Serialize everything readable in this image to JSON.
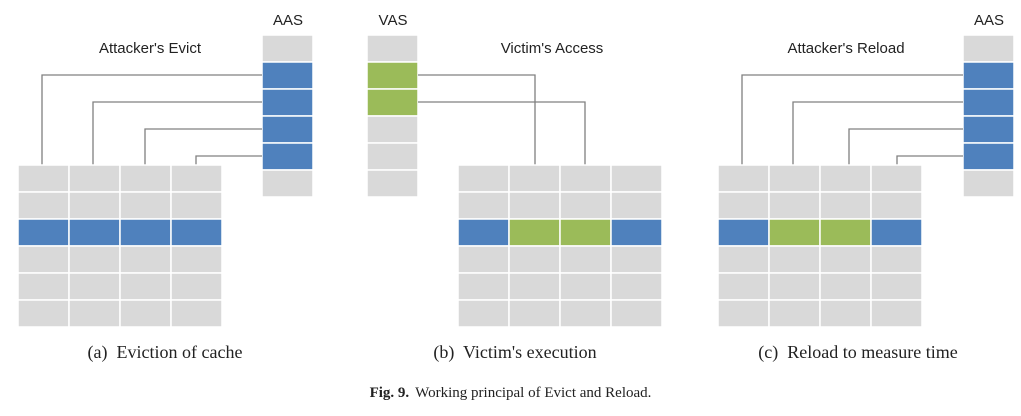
{
  "colors": {
    "blue": "#4f81bd",
    "green": "#9bbb59",
    "gray": "#d9d9d9",
    "arrow": "#808080",
    "gridline": "#ffffff"
  },
  "panels": [
    {
      "id": "a",
      "title": "Attacker's Evict",
      "address_space_label": "AAS",
      "subcaption": "(a)  Eviction of cache",
      "address_space_cells": [
        "gray",
        "blue",
        "blue",
        "blue",
        "blue",
        "gray"
      ],
      "cache_highlight_row": [
        "blue",
        "blue",
        "blue",
        "blue"
      ]
    },
    {
      "id": "b",
      "title": "Victim's Access",
      "address_space_label": "VAS",
      "subcaption": "(b)  Victim's execution",
      "address_space_cells": [
        "gray",
        "green",
        "green",
        "gray",
        "gray",
        "gray"
      ],
      "cache_highlight_row": [
        "blue",
        "green",
        "green",
        "blue"
      ]
    },
    {
      "id": "c",
      "title": "Attacker's Reload",
      "address_space_label": "AAS",
      "subcaption": "(c)  Reload to measure time",
      "address_space_cells": [
        "gray",
        "blue",
        "blue",
        "blue",
        "blue",
        "gray"
      ],
      "cache_highlight_row": [
        "blue",
        "green",
        "green",
        "blue"
      ]
    }
  ],
  "caption": {
    "label": "Fig. 9.",
    "text": "Working principal of Evict and Reload."
  }
}
